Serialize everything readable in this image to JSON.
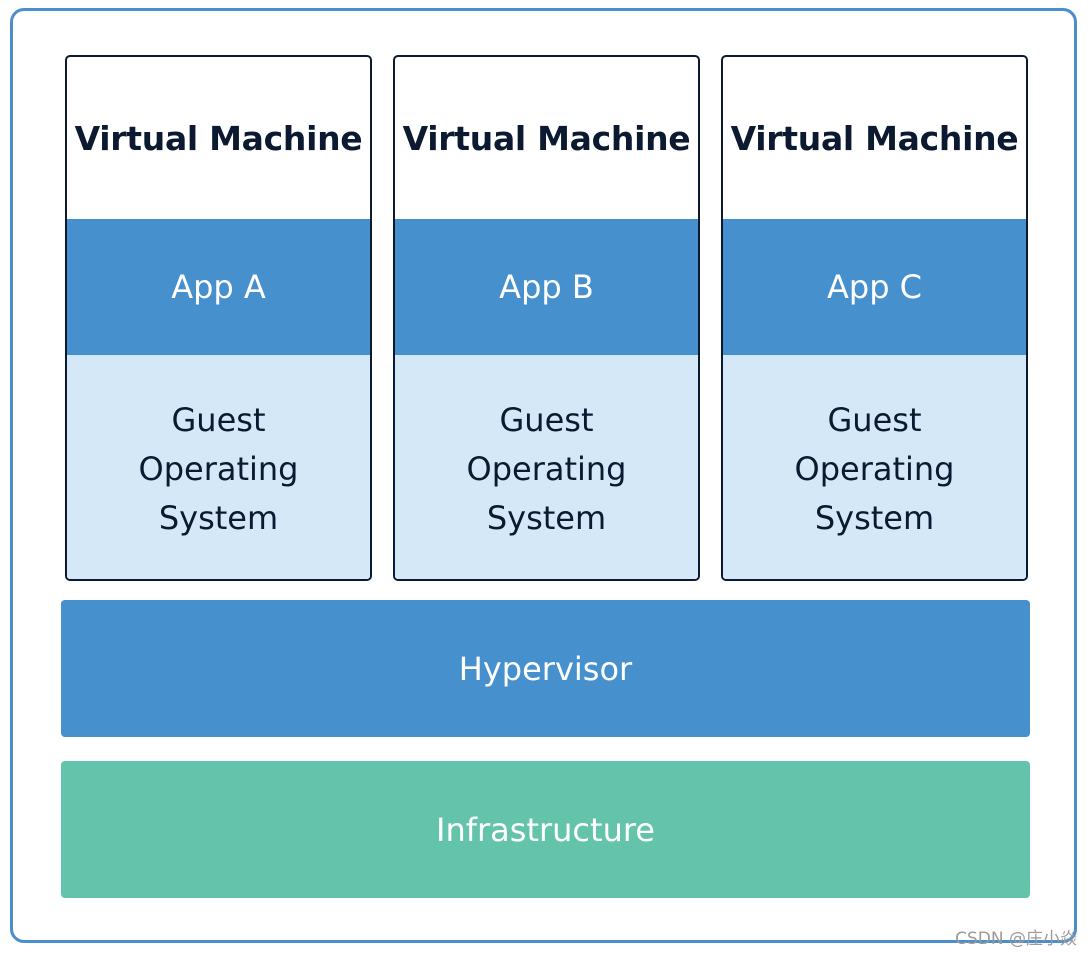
{
  "virtual_machines": [
    {
      "title": "Virtual Machine",
      "app": "App A",
      "os": [
        "Guest",
        "Operating",
        "System"
      ]
    },
    {
      "title": "Virtual Machine",
      "app": "App B",
      "os": [
        "Guest",
        "Operating",
        "System"
      ]
    },
    {
      "title": "Virtual Machine",
      "app": "App C",
      "os": [
        "Guest",
        "Operating",
        "System"
      ]
    }
  ],
  "hypervisor": {
    "label": "Hypervisor"
  },
  "infrastructure": {
    "label": "Infrastructure"
  },
  "watermark": "CSDN @庄小焱",
  "colors": {
    "frame_border": "#4a8ecb",
    "app_layer": "#4690cd",
    "guest_os_layer": "#d4e8f8",
    "hypervisor_layer": "#4690cd",
    "infrastructure_layer": "#64c4ab",
    "dark_text": "#0b1a30"
  }
}
